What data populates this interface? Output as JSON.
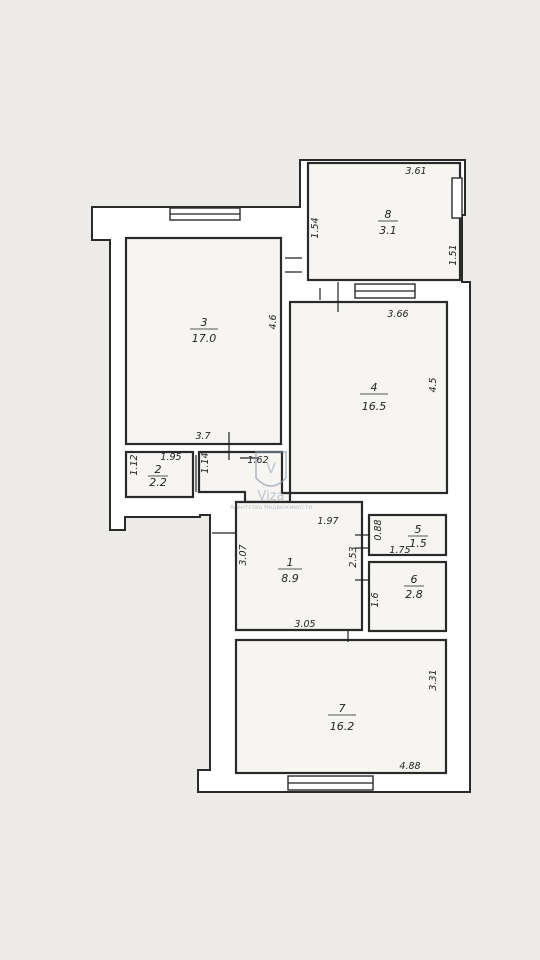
{
  "rooms": [
    {
      "id": "1",
      "number": "1",
      "area": "8.9"
    },
    {
      "id": "2",
      "number": "2",
      "area": "2.2"
    },
    {
      "id": "3",
      "number": "3",
      "area": "17.0"
    },
    {
      "id": "4",
      "number": "4",
      "area": "16.5"
    },
    {
      "id": "5",
      "number": "5",
      "area": "1.5"
    },
    {
      "id": "6",
      "number": "6",
      "area": "2.8"
    },
    {
      "id": "7",
      "number": "7",
      "area": "16.2"
    },
    {
      "id": "8",
      "number": "8",
      "area": "3.1"
    }
  ],
  "dimensions": {
    "balcony_width": "3.61",
    "balcony_left": "1.54",
    "balcony_right": "1.51",
    "room3_height": "4.6",
    "room3_width": "3.7",
    "room4_width": "3.66",
    "room4_height": "4.5",
    "room2_width": "1.95",
    "room2_height": "1.12",
    "corridor_a": "1.14",
    "corridor_b": "1.62",
    "hall_top": "1.97",
    "hall_left": "3.07",
    "hall_right": "2.53",
    "hall_bottom": "3.05",
    "room5_h": "0.88",
    "room5_w": "1.75",
    "room6_h": "1.6",
    "room7_height": "3.31",
    "room7_width": "4.88"
  },
  "watermark": {
    "logo_letter": "V",
    "brand": "Viza",
    "tagline": "Агентство Недвижимости"
  }
}
